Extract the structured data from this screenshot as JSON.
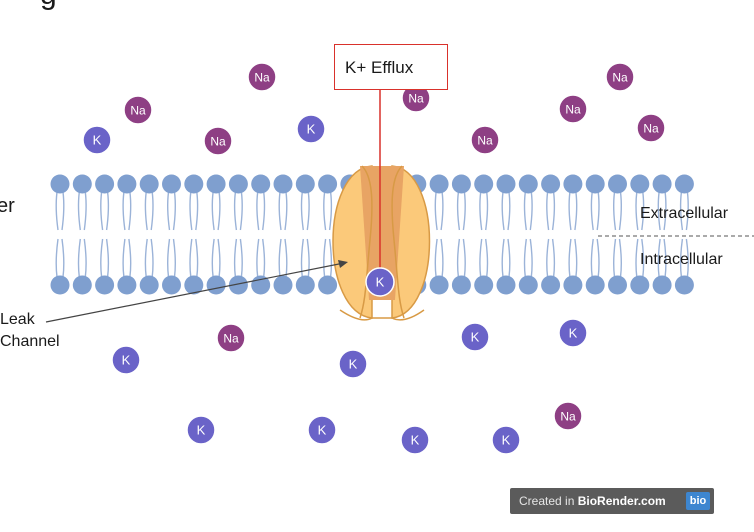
{
  "labels": {
    "top_left_fragment": "g",
    "left_fragment": "er",
    "efflux": "K+ Efflux",
    "extracellular": "Extracellular",
    "intracellular": "Intracellular",
    "leak_line1": "Leak",
    "leak_line2": "Channel"
  },
  "ions": {
    "sodium_label": "Na",
    "potassium_label": "K"
  },
  "badge": {
    "prefix": "Created in ",
    "brand": "BioRender.com",
    "logo": "bio"
  },
  "colors": {
    "sodium": "#8e3f84",
    "potassium": "#6a63c8",
    "lipid_head": "#7f9fcf",
    "channel": "#fbc97a",
    "channel_pore": "#e8a464",
    "arrow": "#d9312b"
  }
}
